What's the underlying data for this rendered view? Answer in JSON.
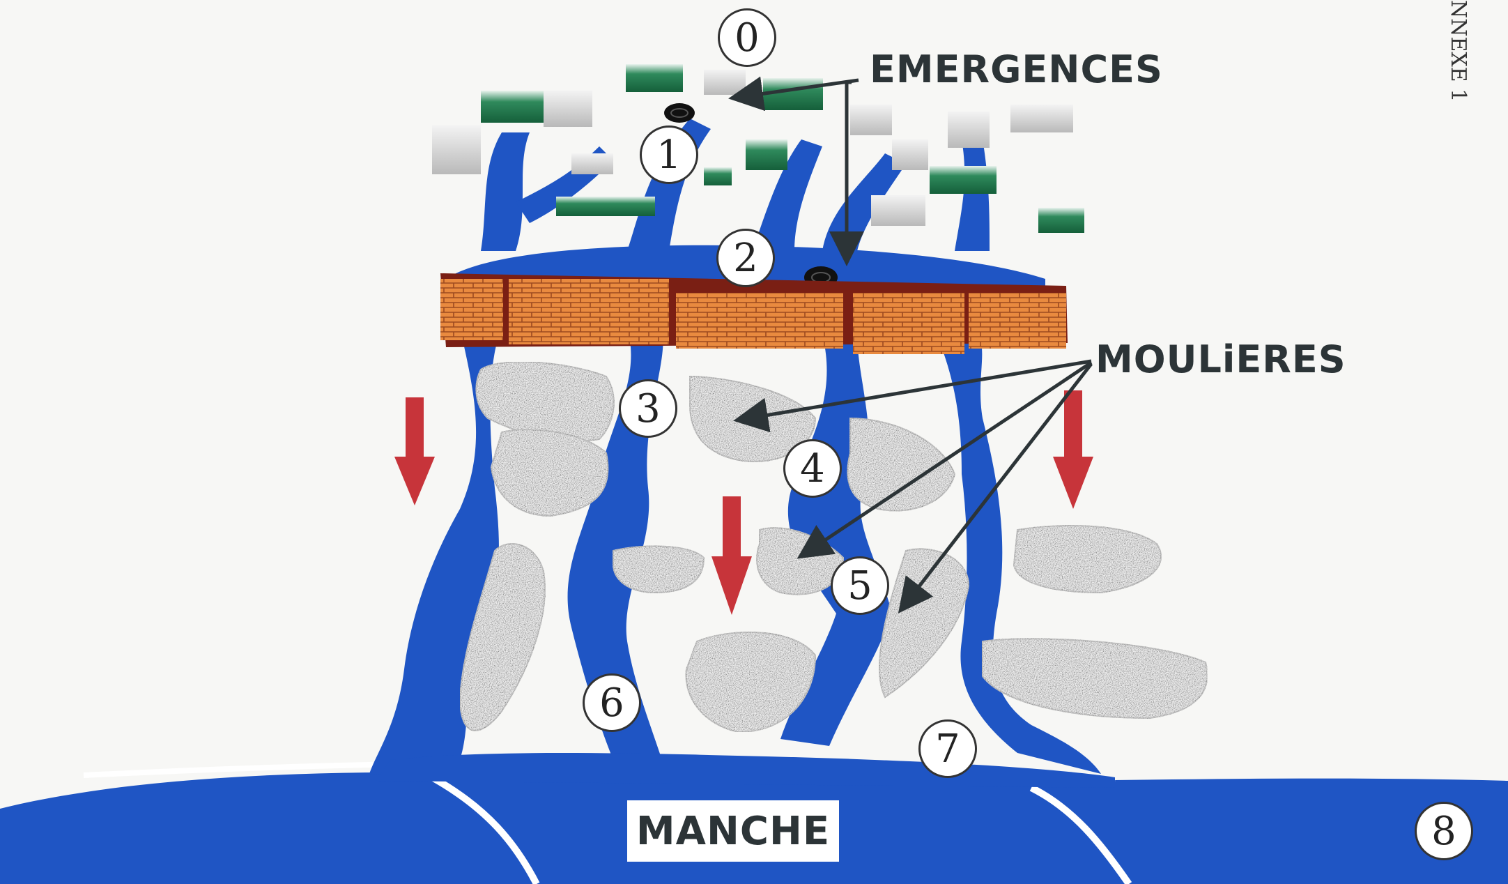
{
  "labels": {
    "emergences": "EMERGENCES",
    "moulieres": "MOULiERES",
    "manche": "MANCHE",
    "annexe": "NNEXE 1"
  },
  "markers": [
    "0",
    "1",
    "2",
    "3",
    "4",
    "5",
    "6",
    "7",
    "8"
  ],
  "colors": {
    "water": "#1f55c4",
    "water_dark": "#1740a0",
    "brick": "#e0843c",
    "forest": "#1f7a4b",
    "flow_arrow": "#c7343a",
    "pointer": "#2c3437",
    "rock_speckle": "#555555"
  }
}
